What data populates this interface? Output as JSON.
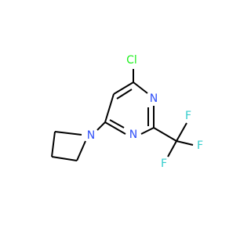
{
  "molecule": {
    "atom_colors": {
      "N": "#3050F8",
      "Cl": "#1FF01F",
      "F": "#33CCCC",
      "bond": "#000000"
    },
    "labels": {
      "cl": "Cl",
      "n_ring_top": "N",
      "n_ring_bottom": "N",
      "n_azetidine": "N",
      "f_top": "F",
      "f_right": "F",
      "f_bottom": "F"
    }
  }
}
